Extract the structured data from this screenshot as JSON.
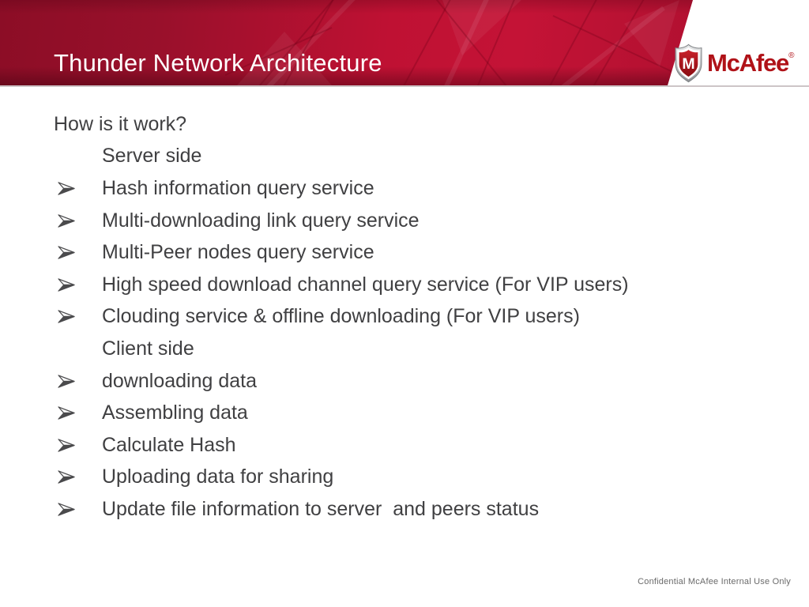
{
  "slide": {
    "title": "Thunder Network Architecture",
    "footer": "Confidential McAfee Internal Use Only"
  },
  "logo": {
    "brand": "McAfee",
    "registered": "®",
    "shield_letter": "M"
  },
  "theme": {
    "band_bright_red": "#c41134",
    "band_dark_red": "#8c0d26",
    "band_underline_gray": "#cdc5c7",
    "logo_red": "#b01218",
    "body_text_gray": "#404042",
    "footer_gray": "#6a6a6a"
  },
  "body": {
    "lines": [
      {
        "type": "plain",
        "indent": 0,
        "text": "How is it work?"
      },
      {
        "type": "plain",
        "indent": 1,
        "text": "Server side"
      },
      {
        "type": "bullet",
        "indent": 2,
        "text": "Hash information query service"
      },
      {
        "type": "bullet",
        "indent": 2,
        "text": "Multi-downloading link query service"
      },
      {
        "type": "bullet",
        "indent": 2,
        "text": "Multi-Peer nodes query service"
      },
      {
        "type": "bullet",
        "indent": 2,
        "text": "High speed download channel query service (For VIP users)"
      },
      {
        "type": "bullet",
        "indent": 2,
        "text": "Clouding service & offline downloading (For VIP users)"
      },
      {
        "type": "plain",
        "indent": 1,
        "text": "Client side"
      },
      {
        "type": "bullet",
        "indent": 2,
        "text": "downloading data"
      },
      {
        "type": "bullet",
        "indent": 2,
        "text": "Assembling data"
      },
      {
        "type": "bullet",
        "indent": 2,
        "text": "Calculate Hash"
      },
      {
        "type": "bullet",
        "indent": 2,
        "text": "Uploading data for sharing"
      },
      {
        "type": "bullet",
        "indent": 2,
        "text": "Update file information to server  and peers status"
      }
    ]
  }
}
